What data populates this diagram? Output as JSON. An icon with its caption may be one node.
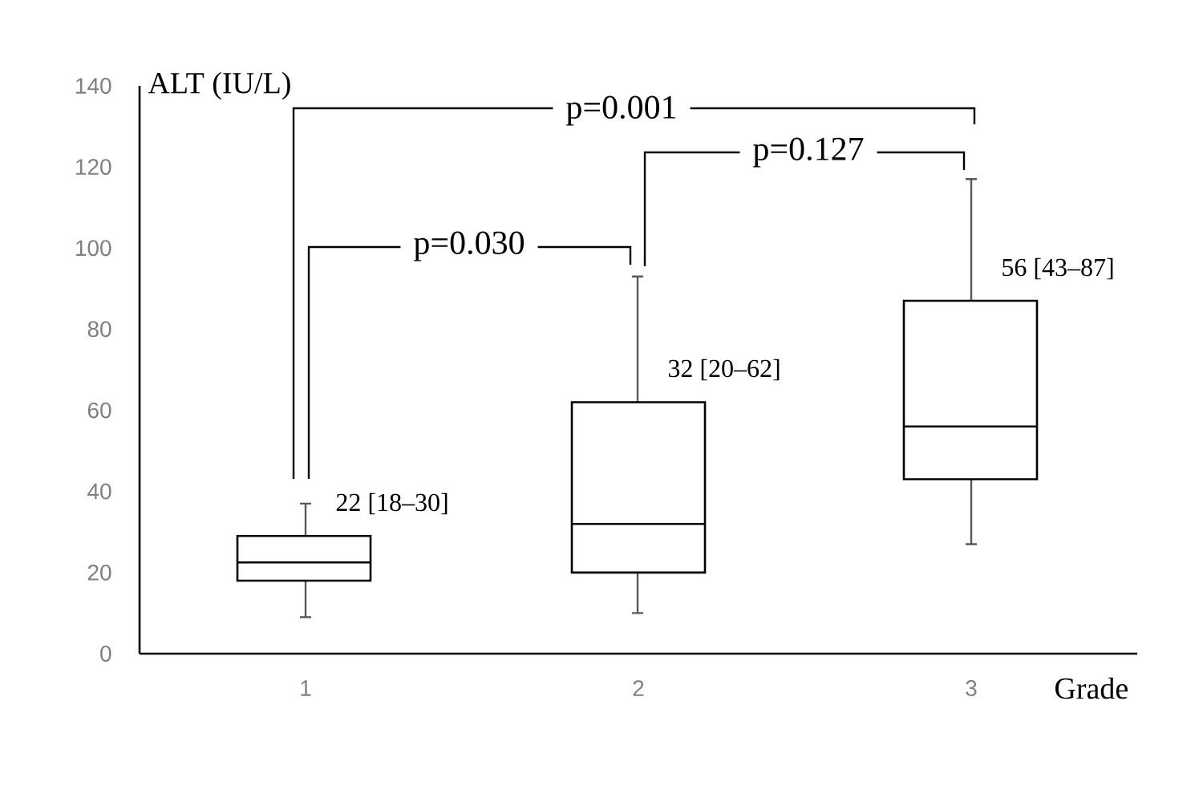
{
  "diagram": {
    "labels": [
      "ALT (IU/L)",
      "p=0.001",
      "p=0.127",
      "p=0.030",
      "56 [43–87]",
      "32 [20–62]",
      "22 [18–30]",
      "140",
      "120",
      "100",
      "80",
      "60",
      "40",
      "20",
      "0",
      "1",
      "2",
      "3",
      "Grade"
    ]
  }
}
